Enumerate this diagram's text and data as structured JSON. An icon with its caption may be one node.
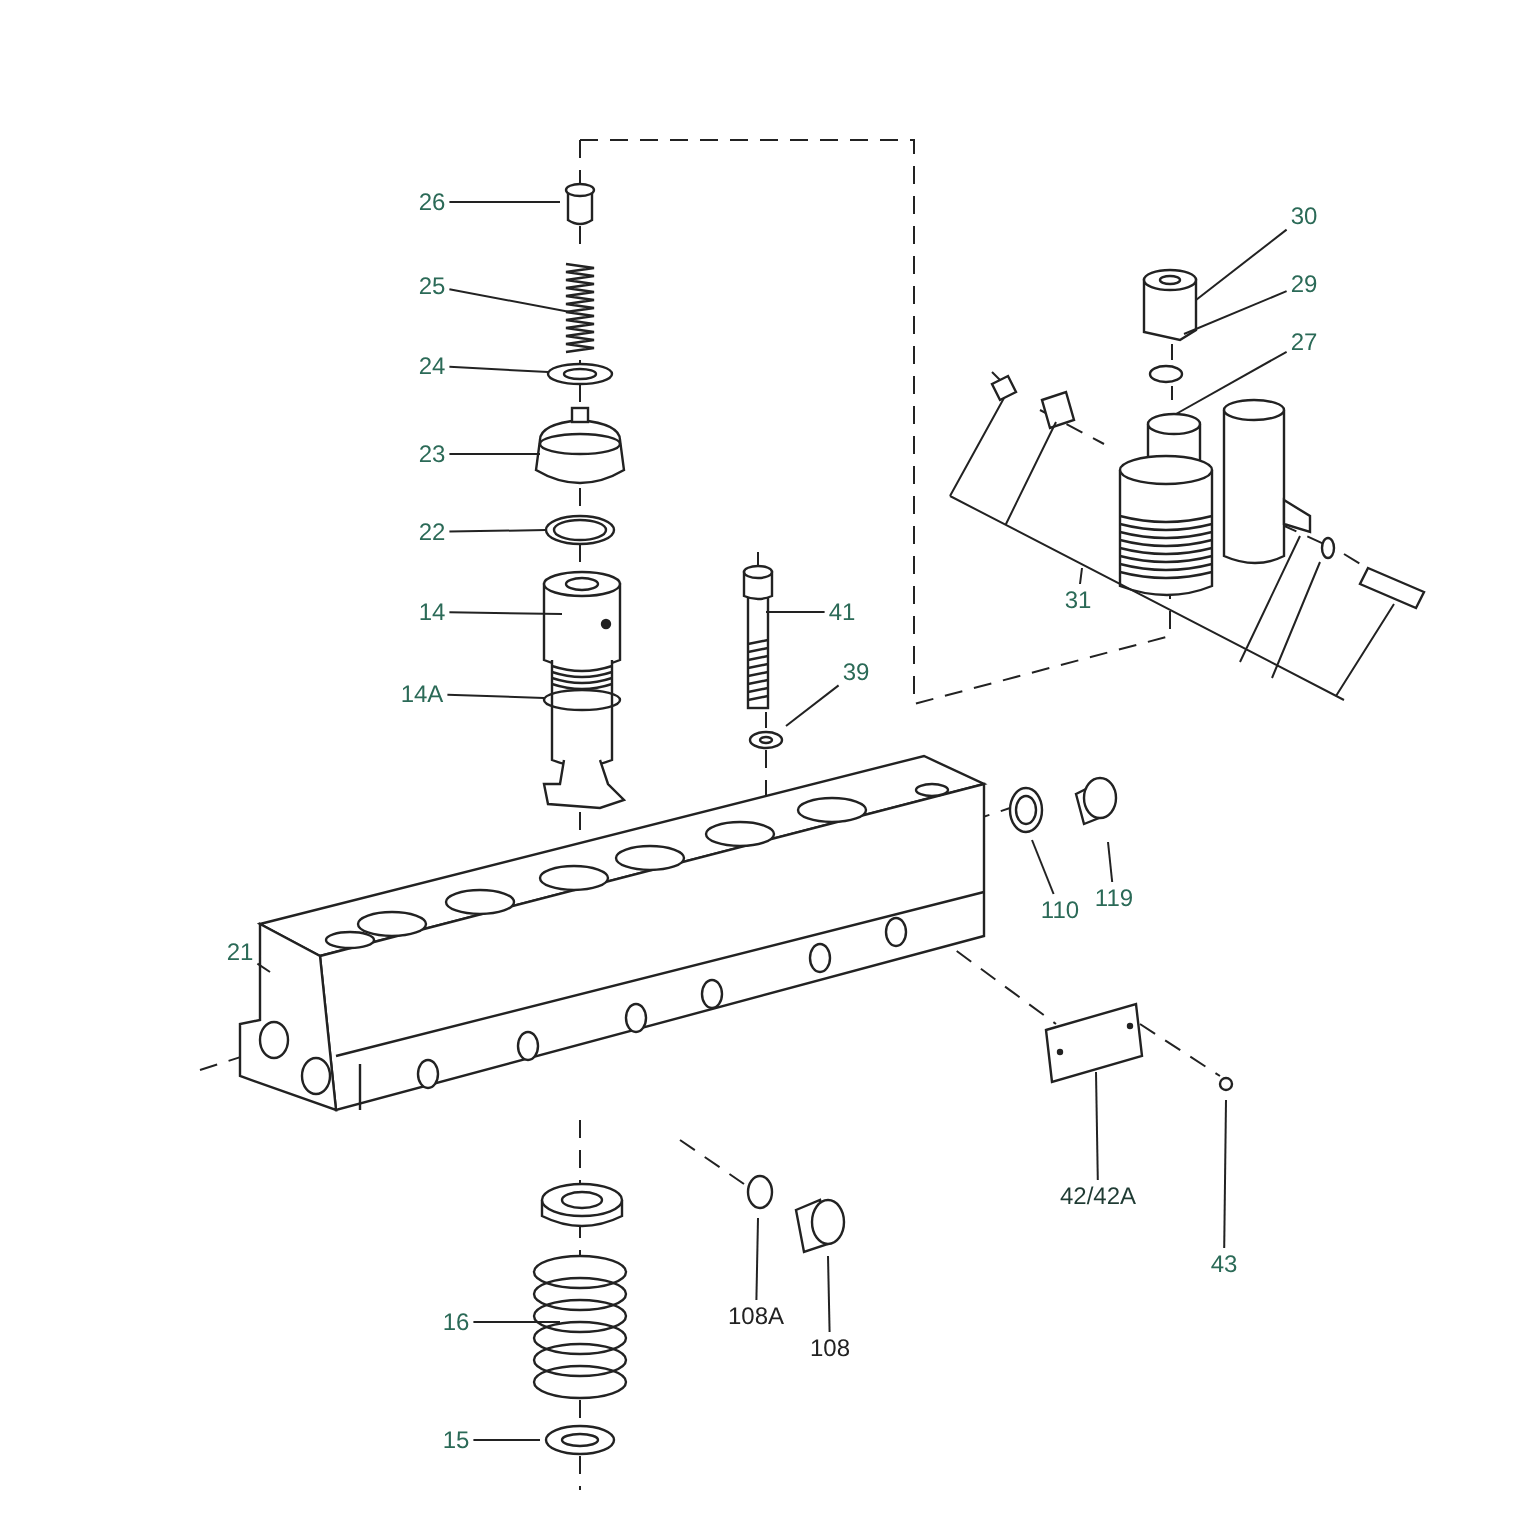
{
  "diagram": {
    "nodes": [
      {
        "text": [
          "26"
        ]
      },
      {
        "text": [
          "30"
        ]
      },
      {
        "text": [
          "29"
        ]
      },
      {
        "text": [
          "25"
        ]
      },
      {
        "text": [
          "27"
        ]
      },
      {
        "text": [
          "24"
        ]
      },
      {
        "text": [
          "23"
        ]
      },
      {
        "text": [
          "22"
        ]
      },
      {
        "text": [
          "31"
        ]
      },
      {
        "text": [
          "14"
        ]
      },
      {
        "text": [
          "41"
        ]
      },
      {
        "text": [
          "39"
        ]
      },
      {
        "text": [
          "14A"
        ]
      },
      {
        "text": [
          "119"
        ]
      },
      {
        "text": [
          "110"
        ]
      },
      {
        "text": [
          "21"
        ]
      },
      {
        "text": [
          "42/42A"
        ]
      },
      {
        "text": [
          "43"
        ]
      },
      {
        "text": [
          "108A"
        ]
      },
      {
        "text": [
          "16"
        ]
      },
      {
        "text": [
          "108"
        ]
      },
      {
        "text": [
          "15"
        ]
      }
    ],
    "edges": [
      {
        "from": 0,
        "to": null,
        "arrow": "none"
      },
      {
        "from": 1,
        "to": null,
        "arrow": "none"
      },
      {
        "from": 2,
        "to": null,
        "arrow": "none"
      },
      {
        "from": 3,
        "to": null,
        "arrow": "none"
      },
      {
        "from": 4,
        "to": null,
        "arrow": "none"
      },
      {
        "from": 5,
        "to": null,
        "arrow": "none"
      },
      {
        "from": 6,
        "to": null,
        "arrow": "none"
      },
      {
        "from": 7,
        "to": null,
        "arrow": "none"
      },
      {
        "from": 8,
        "to": null,
        "arrow": "none"
      },
      {
        "from": 9,
        "to": null,
        "arrow": "none"
      },
      {
        "from": 10,
        "to": null,
        "arrow": "none"
      },
      {
        "from": 11,
        "to": null,
        "arrow": "none"
      },
      {
        "from": 12,
        "to": null,
        "arrow": "none"
      },
      {
        "from": 13,
        "to": null,
        "arrow": "none"
      },
      {
        "from": 14,
        "to": null,
        "arrow": "none"
      },
      {
        "from": 15,
        "to": null,
        "arrow": "none"
      },
      {
        "from": 16,
        "to": null,
        "arrow": "none"
      },
      {
        "from": 17,
        "to": null,
        "arrow": "none"
      },
      {
        "from": 18,
        "to": null,
        "arrow": "none"
      },
      {
        "from": 19,
        "to": null,
        "arrow": "none"
      },
      {
        "from": 20,
        "to": null,
        "arrow": "none"
      },
      {
        "from": 21,
        "to": null,
        "arrow": "none"
      }
    ]
  }
}
